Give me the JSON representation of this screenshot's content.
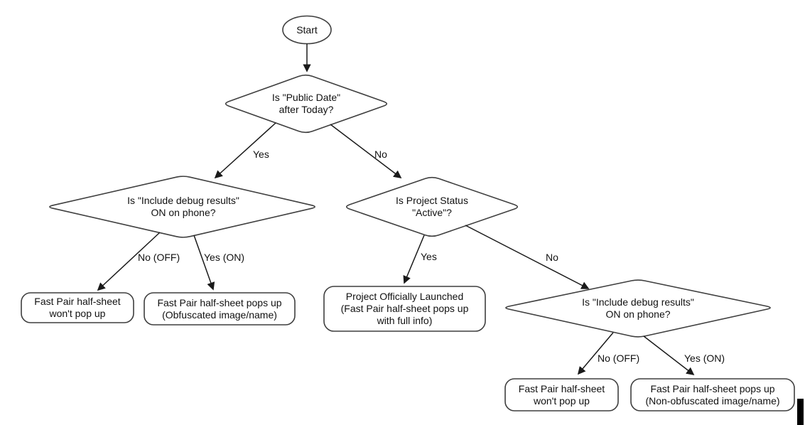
{
  "colors": {
    "background": "#ffffff",
    "shape_fill": "#ffffff",
    "shape_stroke": "#3f3f3f",
    "arrow": "#1a1a1a",
    "text": "#111111"
  },
  "diagram": {
    "type": "flowchart",
    "nodes": {
      "start": {
        "type": "terminator",
        "label": "Start"
      },
      "public_date": {
        "type": "decision",
        "label": "Is \"Public Date\"\nafter Today?"
      },
      "debug_left": {
        "type": "decision",
        "label": "Is \"Include debug results\"\nON on phone?"
      },
      "project_status": {
        "type": "decision",
        "label": "Is Project Status\n\"Active\"?"
      },
      "debug_right": {
        "type": "decision",
        "label": "Is \"Include debug results\"\nON on phone?"
      },
      "no_popup_left": {
        "type": "result",
        "label": "Fast Pair half-sheet\nwon't pop up"
      },
      "obfuscated": {
        "type": "result",
        "label": "Fast Pair half-sheet pops up\n(Obfuscated image/name)"
      },
      "launched": {
        "type": "result",
        "label": "Project Officially Launched\n(Fast Pair half-sheet pops up\nwith full info)"
      },
      "no_popup_right": {
        "type": "result",
        "label": "Fast Pair half-sheet\nwon't pop up"
      },
      "non_obfuscated": {
        "type": "result",
        "label": "Fast Pair half-sheet pops up\n(Non-obfuscated image/name)"
      }
    },
    "edges": {
      "start_to_public_date": {
        "from": "start",
        "to": "public_date",
        "label": ""
      },
      "public_date_yes": {
        "from": "public_date",
        "to": "debug_left",
        "label": "Yes"
      },
      "public_date_no": {
        "from": "public_date",
        "to": "project_status",
        "label": "No"
      },
      "debug_left_no": {
        "from": "debug_left",
        "to": "no_popup_left",
        "label": "No (OFF)"
      },
      "debug_left_yes": {
        "from": "debug_left",
        "to": "obfuscated",
        "label": "Yes (ON)"
      },
      "project_status_yes": {
        "from": "project_status",
        "to": "launched",
        "label": "Yes"
      },
      "project_status_no": {
        "from": "project_status",
        "to": "debug_right",
        "label": "No"
      },
      "debug_right_no": {
        "from": "debug_right",
        "to": "no_popup_right",
        "label": "No (OFF)"
      },
      "debug_right_yes": {
        "from": "debug_right",
        "to": "non_obfuscated",
        "label": "Yes (ON)"
      }
    }
  }
}
